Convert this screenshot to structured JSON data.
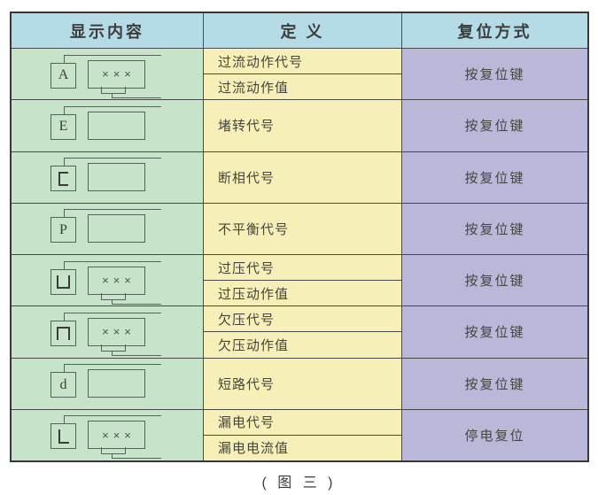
{
  "colors": {
    "header_bg": "#b5dce6",
    "symbol_column_bg": "#c7e4cb",
    "definition_column_bg": "#f6f0b8",
    "reset_column_bg": "#bab8d8",
    "grid_line": "#4a4a4a"
  },
  "table": {
    "headers": {
      "display": "显示内容",
      "definition": "定 义",
      "reset": "复位方式"
    },
    "rows": [
      {
        "symbol": {
          "letter": "A",
          "letter_style": "serif",
          "value": "×××",
          "has_connector": true
        },
        "definitions": [
          "过流动作代号",
          "过流动作值"
        ],
        "reset": "按复位键"
      },
      {
        "symbol": {
          "letter": "E",
          "letter_style": "serif",
          "value": "",
          "has_connector": false
        },
        "definitions": [
          "堵转代号"
        ],
        "reset": "按复位键"
      },
      {
        "symbol": {
          "letter": "c",
          "letter_style": "segment",
          "value": "",
          "has_connector": false
        },
        "definitions": [
          "断相代号"
        ],
        "reset": "按复位键"
      },
      {
        "symbol": {
          "letter": "P",
          "letter_style": "serif",
          "value": "",
          "has_connector": false
        },
        "definitions": [
          "不平衡代号"
        ],
        "reset": "按复位键"
      },
      {
        "symbol": {
          "letter": "凵",
          "letter_style": "segment",
          "value": "×××",
          "has_connector": true
        },
        "definitions": [
          "过压代号",
          "过压动作值"
        ],
        "reset": "按复位键"
      },
      {
        "symbol": {
          "letter": "冂",
          "letter_style": "segment",
          "value": "×××",
          "has_connector": true
        },
        "definitions": [
          "欠压代号",
          "欠压动作值"
        ],
        "reset": "按复位键"
      },
      {
        "symbol": {
          "letter": "d",
          "letter_style": "serif",
          "value": "",
          "has_connector": false
        },
        "definitions": [
          "短路代号"
        ],
        "reset": "按复位键"
      },
      {
        "symbol": {
          "letter": "L",
          "letter_style": "segment",
          "value": "×××",
          "has_connector": true
        },
        "definitions": [
          "漏电代号",
          "漏电电流值"
        ],
        "reset": "停电复位"
      }
    ]
  },
  "caption": "( 图 三 )"
}
